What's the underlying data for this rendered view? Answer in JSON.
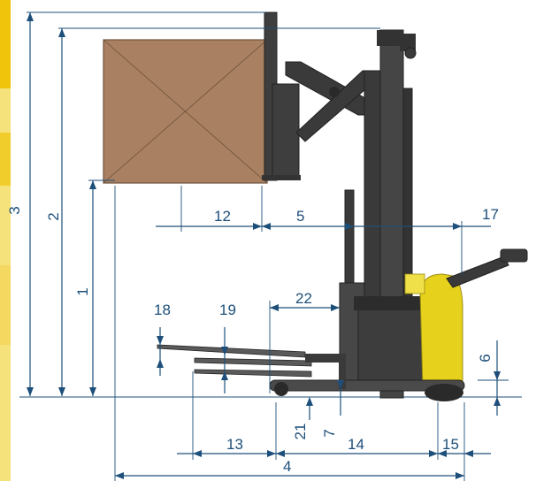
{
  "diagram": {
    "subject": "pallet stacker dimension drawing",
    "colors": {
      "body": "#3e3e3e",
      "battery_cover": "#e6d21c",
      "load": "#a98061",
      "dimension": "#1d4f7a",
      "edge_strip": "#f0c40a"
    },
    "dimensions": {
      "d1": "1",
      "d2": "2",
      "d3": "3",
      "d4": "4",
      "d5": "5",
      "d6": "6",
      "d7": "7",
      "d12": "12",
      "d13": "13",
      "d14": "14",
      "d15": "15",
      "d17": "17",
      "d18": "18",
      "d19": "19",
      "d21": "21",
      "d22": "22"
    }
  }
}
